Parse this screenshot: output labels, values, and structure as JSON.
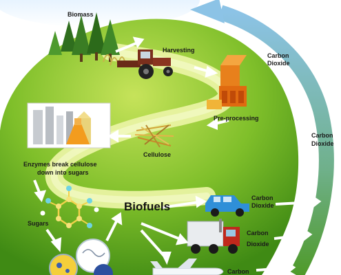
{
  "labels": {
    "biomass": "Biomass",
    "harvesting": "Harvesting",
    "carbon_dioxide_top_1": "Carbon",
    "carbon_dioxide_top_2": "Dioxide",
    "pre_processing": "Pre-processing",
    "carbon_dioxide_right_1": "Carbon",
    "carbon_dioxide_right_2": "Dioxide",
    "cellulose": "Cellulose",
    "enzymes_line1": "Enzymes break cellulose",
    "enzymes_line2": "down into sugars",
    "sugars": "Sugars",
    "biofuels": "Biofuels",
    "car_co2_1": "Carbon",
    "car_co2_2": "Dioxide",
    "truck_co2_1": "Carbon",
    "truck_co2_2": "Dioxide",
    "plane_co2_1": "Carbon"
  },
  "colors": {
    "hill_dark": "#4f9a1a",
    "hill_light": "#a9d43c",
    "path": "#e6f09a",
    "cycle_arrow": "#7fb7d9",
    "sky": "#dbeeff"
  }
}
